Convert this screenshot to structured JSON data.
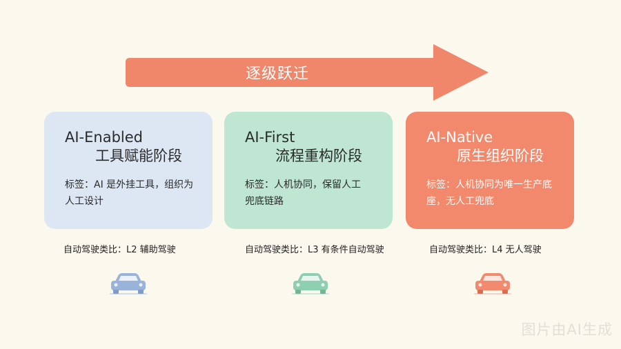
{
  "arrow": {
    "label": "逐级跃迁",
    "color": "#f0876a"
  },
  "stages": [
    {
      "name_en": "AI-Enabled",
      "name_zh": "工具赋能阶段",
      "tag": "标签：AI 是外挂工具，组织为人工设计",
      "analogy": "自动驾驶类比：L2 辅助驾驶",
      "card_color": "#dde7f4",
      "car_color": "#9ab3da",
      "car_icon": "car-icon"
    },
    {
      "name_en": "AI-First",
      "name_zh": "流程重构阶段",
      "tag": "标签：人机协同，保留人工兜底链路",
      "analogy": "自动驾驶类比：L3 有条件自动驾驶",
      "card_color": "#bfe6d2",
      "car_color": "#8fcfb1",
      "car_icon": "car-icon"
    },
    {
      "name_en": "AI-Native",
      "name_zh": "原生组织阶段",
      "tag": "标签：人机协同为唯一生产底座，无人工兜底",
      "analogy": "自动驾驶类比：L4 无人驾驶",
      "card_color": "#f2896d",
      "car_color": "#f28a70",
      "car_icon": "car-icon"
    }
  ],
  "watermark": "图片由AI生成"
}
